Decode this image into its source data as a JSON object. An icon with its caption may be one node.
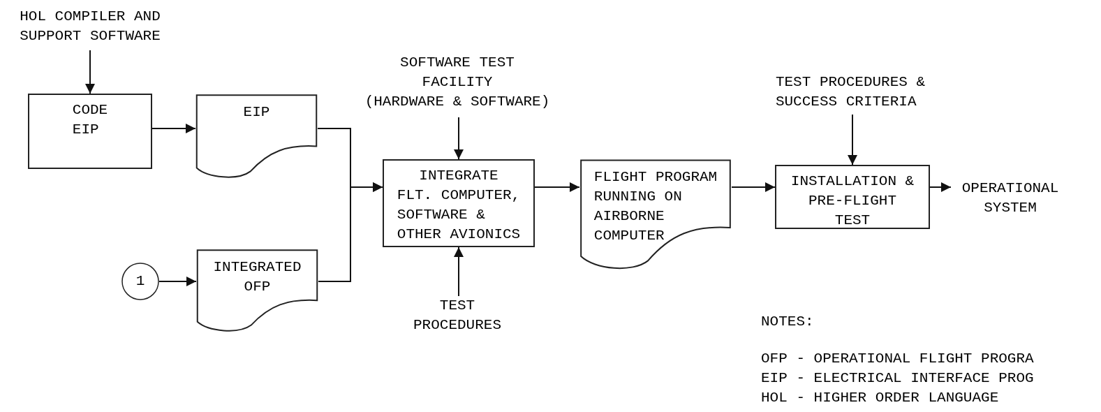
{
  "diagram": {
    "nodes": [
      {
        "text": [
          "HOL COMPILER AND SUPPORT SOFTWARE"
        ]
      },
      {
        "text": [
          "CODE EIP"
        ]
      },
      {
        "text": [
          "EIP"
        ]
      },
      {
        "text": [
          "1"
        ]
      },
      {
        "text": [
          "INTEGRATED OFP"
        ]
      },
      {
        "text": [
          "SOFTWARE TEST FACILITY",
          "(HARDWARE & SOFTWARE)"
        ]
      },
      {
        "text": [
          "INTEGRATE",
          "FLT. COMPUTER, SOFTWARE & OTHER AVIONICS"
        ]
      },
      {
        "text": [
          "TEST PROCEDURES"
        ]
      },
      {
        "text": [
          "FLIGHT PROGRAM RUNNING ON AIRBORNE COMPUTER"
        ]
      },
      {
        "text": [
          "TEST PROCEDURES & SUCCESS CRITERIA"
        ]
      },
      {
        "text": [
          "INSTALLATION & PRE-FLIGHT TEST"
        ]
      },
      {
        "text": [
          "OPERATIONAL SYSTEM"
        ]
      }
    ],
    "edges": [
      {
        "from": 0,
        "to": 1,
        "arrow": "to"
      },
      {
        "from": 1,
        "to": 2,
        "arrow": "to"
      },
      {
        "from": 2,
        "to": 6,
        "arrow": "to"
      },
      {
        "from": 3,
        "to": 4,
        "arrow": "to"
      },
      {
        "from": 4,
        "to": 6,
        "arrow": "to"
      },
      {
        "from": 5,
        "to": 6,
        "arrow": "to"
      },
      {
        "from": 7,
        "to": 6,
        "arrow": "to"
      },
      {
        "from": 6,
        "to": 8,
        "arrow": "to"
      },
      {
        "from": 9,
        "to": 10,
        "arrow": "to"
      },
      {
        "from": 8,
        "to": 10,
        "arrow": "to"
      },
      {
        "from": 10,
        "to": 11,
        "arrow": "to"
      }
    ],
    "labels": [
      "NOTES:",
      "OFP - OPERATIONAL FLIGHT PROGRA",
      "EIP - ELECTRICAL INTERFACE PROG",
      "HOL - HIGHER ORDER LANGUAGE"
    ]
  }
}
